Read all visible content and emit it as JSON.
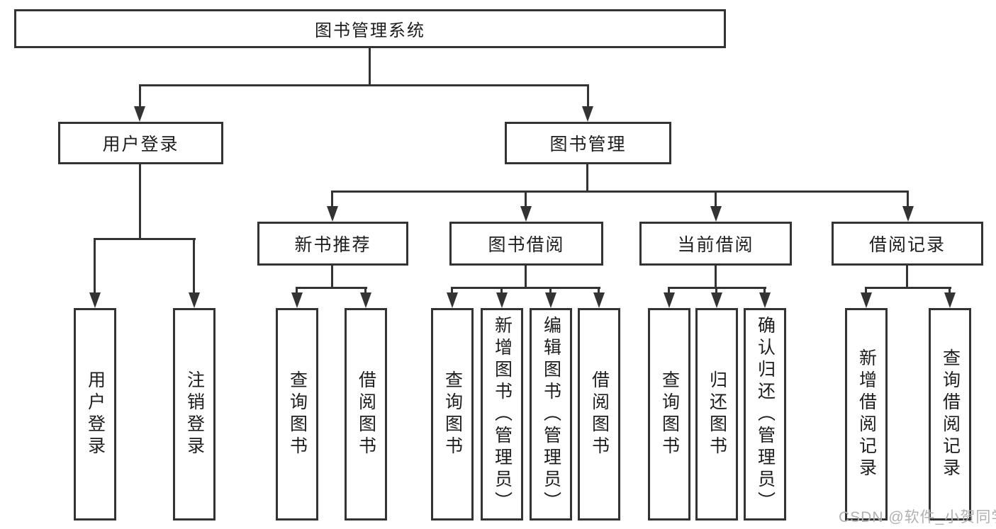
{
  "diagram": {
    "root": {
      "label": "图书管理系统"
    },
    "level2": [
      {
        "label": "用户登录"
      },
      {
        "label": "图书管理"
      }
    ],
    "level3": [
      {
        "label": "新书推荐",
        "parent": "图书管理"
      },
      {
        "label": "图书借阅",
        "parent": "图书管理"
      },
      {
        "label": "当前借阅",
        "parent": "图书管理"
      },
      {
        "label": "借阅记录",
        "parent": "图书管理"
      }
    ],
    "leaves": [
      {
        "label": "用户登录",
        "parent": "用户登录"
      },
      {
        "label": "注销登录",
        "parent": "用户登录"
      },
      {
        "label": "查询图书",
        "parent": "新书推荐"
      },
      {
        "label": "借阅图书",
        "parent": "新书推荐"
      },
      {
        "label": "查询图书",
        "parent": "图书借阅"
      },
      {
        "label": "新增图书（管理员）",
        "parent": "图书借阅"
      },
      {
        "label": "编辑图书（管理员）",
        "parent": "图书借阅"
      },
      {
        "label": "借阅图书",
        "parent": "图书借阅"
      },
      {
        "label": "查询图书",
        "parent": "当前借阅"
      },
      {
        "label": "归还图书",
        "parent": "当前借阅"
      },
      {
        "label": "确认归还（管理员）",
        "parent": "当前借阅"
      },
      {
        "label": "新增借阅记录",
        "parent": "借阅记录"
      },
      {
        "label": "查询借阅记录",
        "parent": "借阅记录"
      }
    ]
  },
  "watermark": {
    "text": "CSDN @软件_小贺同学"
  },
  "colors": {
    "line": "#333333",
    "text": "#1d1d1f",
    "watermark": "#b0b0b0",
    "background": "#ffffff"
  }
}
